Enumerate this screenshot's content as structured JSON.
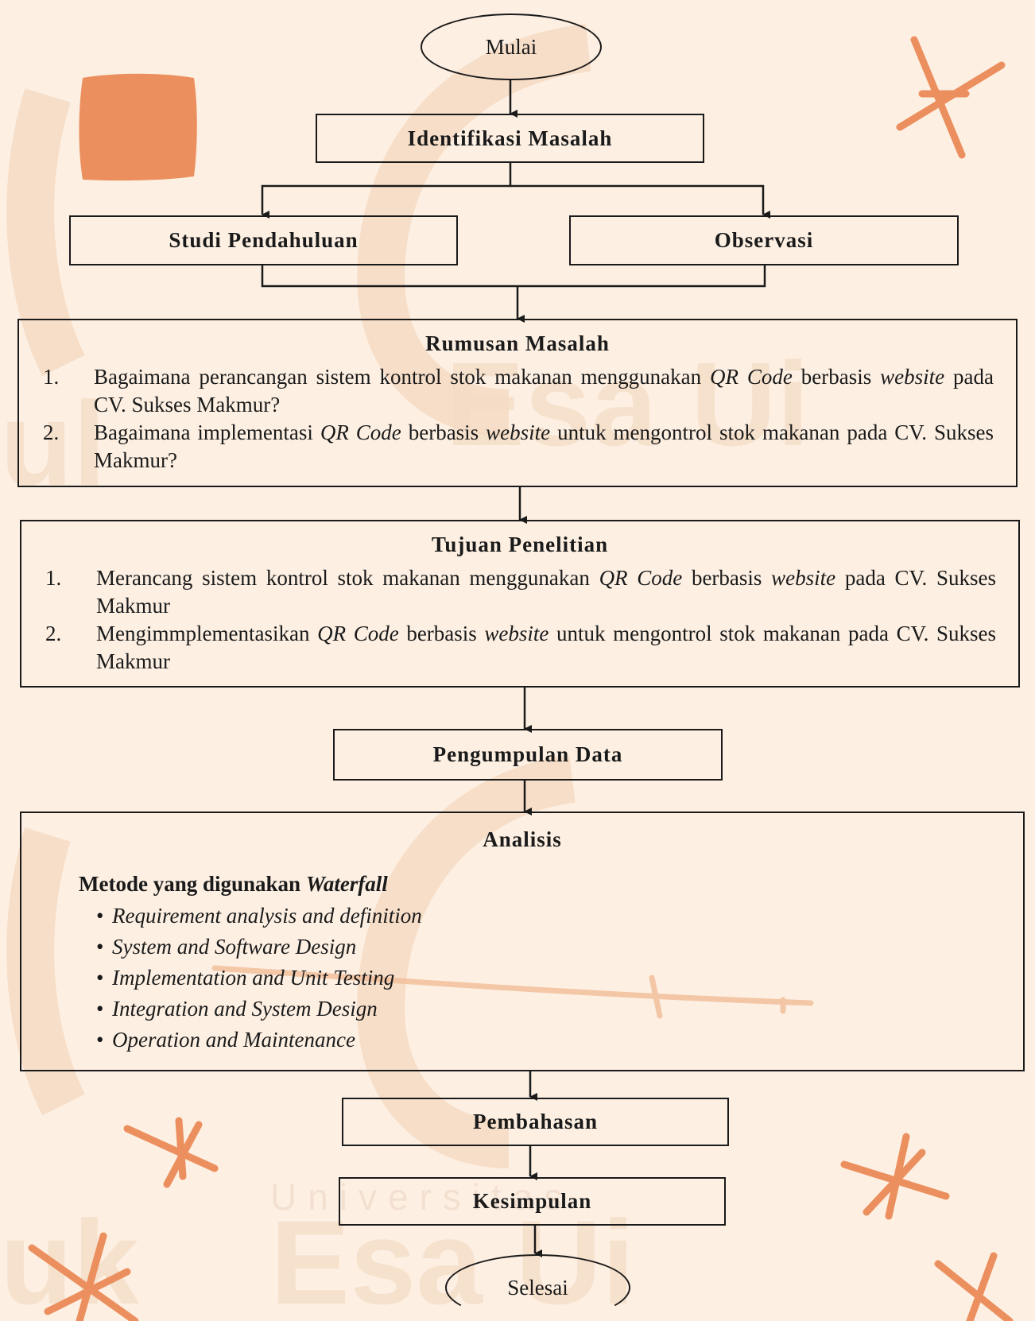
{
  "watermark": {
    "line1": "Universitas",
    "line2": "Esa Ui"
  },
  "nodes": {
    "start": "Mulai",
    "identify": "Identifikasi Masalah",
    "prelim_study": "Studi Pendahuluan",
    "observation": "Observasi",
    "problem_formulation": {
      "title": "Rumusan Masalah",
      "items": [
        {
          "num": "1.",
          "text_before": "Bagaimana perancangan sistem kontrol stok makanan menggunakan ",
          "italic1": "QR Code",
          "text_mid": " berbasis ",
          "italic2": "website",
          "text_after": " pada CV. Sukses Makmur?"
        },
        {
          "num": "2.",
          "text_before": "Bagaimana implementasi ",
          "italic1": "QR Code",
          "text_mid": " berbasis ",
          "italic2": "website",
          "text_after": " untuk mengontrol stok makanan pada CV. Sukses Makmur?"
        }
      ]
    },
    "research_goals": {
      "title": "Tujuan Penelitian",
      "items": [
        {
          "num": "1.",
          "text_before": "Merancang sistem kontrol stok makanan menggunakan ",
          "italic1": "QR Code",
          "text_mid": " berbasis ",
          "italic2": "website",
          "text_after": " pada CV. Sukses Makmur"
        },
        {
          "num": "2.",
          "text_before": "Mengimmplementasikan ",
          "italic1": "QR Code",
          "text_mid": " berbasis ",
          "italic2": "website",
          "text_after": " untuk mengontrol stok makanan pada CV. Sukses Makmur"
        }
      ]
    },
    "data_collection": "Pengumpulan Data",
    "analysis": {
      "title": "Analisis",
      "method_label": "Metode yang digunakan ",
      "method_name": "Waterfall",
      "steps": [
        "Requirement analysis and definition",
        "System and Software Design",
        "Implementation and Unit Testing",
        "Integration and System Design",
        "Operation and Maintenance"
      ]
    },
    "discussion": "Pembahasan",
    "conclusion": "Kesimpulan",
    "end": "Selesai"
  },
  "colors": {
    "background": "#fdf0e3",
    "accent": "#ec8f5e",
    "line": "#1a1a1a"
  }
}
